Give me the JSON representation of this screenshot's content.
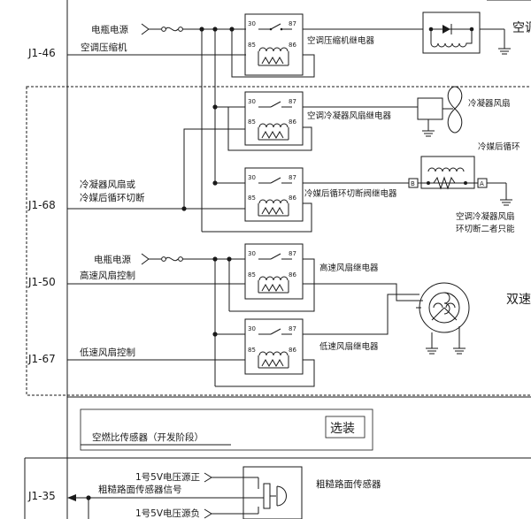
{
  "connectors": {
    "j1_46": "J1-46",
    "j1_68": "J1-68",
    "j1_50": "J1-50",
    "j1_67": "J1-67",
    "j1_35": "J1-35"
  },
  "labels": {
    "battery_power_1": "电瓶电源",
    "ac_compressor": "空调压缩机",
    "ac_compressor_relay": "空调压缩机继电器",
    "ac_right_cut": "空调",
    "condenser_fan_relay": "空调冷凝器风扇继电器",
    "condenser_fan": "冷凝器风扇",
    "refrigerant_cut_right": "冷媒后循环",
    "fan_or_cutoff_line1": "冷凝器风扇或",
    "fan_or_cutoff_line2": "冷媒后循环切断",
    "refrigerant_valve_relay": "冷媒后循环切断阀继电器",
    "note_line1": "空调冷凝器风扇",
    "note_line2": "环切断二者只能",
    "battery_power_2": "电瓶电源",
    "high_speed_fan_control": "高速风扇控制",
    "high_speed_fan_relay": "高速风扇继电器",
    "dual_speed_cut": "双速",
    "low_speed_fan_control": "低速风扇控制",
    "low_speed_fan_relay": "低速风扇继电器",
    "optional": "选装",
    "afr_sensor": "空燃比传感器（开发阶段）",
    "v5_positive": "1号5V电压源正",
    "rough_road_signal": "粗糙路面传感器信号",
    "v5_negative": "1号5V电压源负",
    "rough_road_sensor": "粗糙路面传感器"
  },
  "pins": {
    "p30": "30",
    "p87": "87",
    "p85": "85",
    "p86": "86",
    "a": "A",
    "b": "B"
  }
}
